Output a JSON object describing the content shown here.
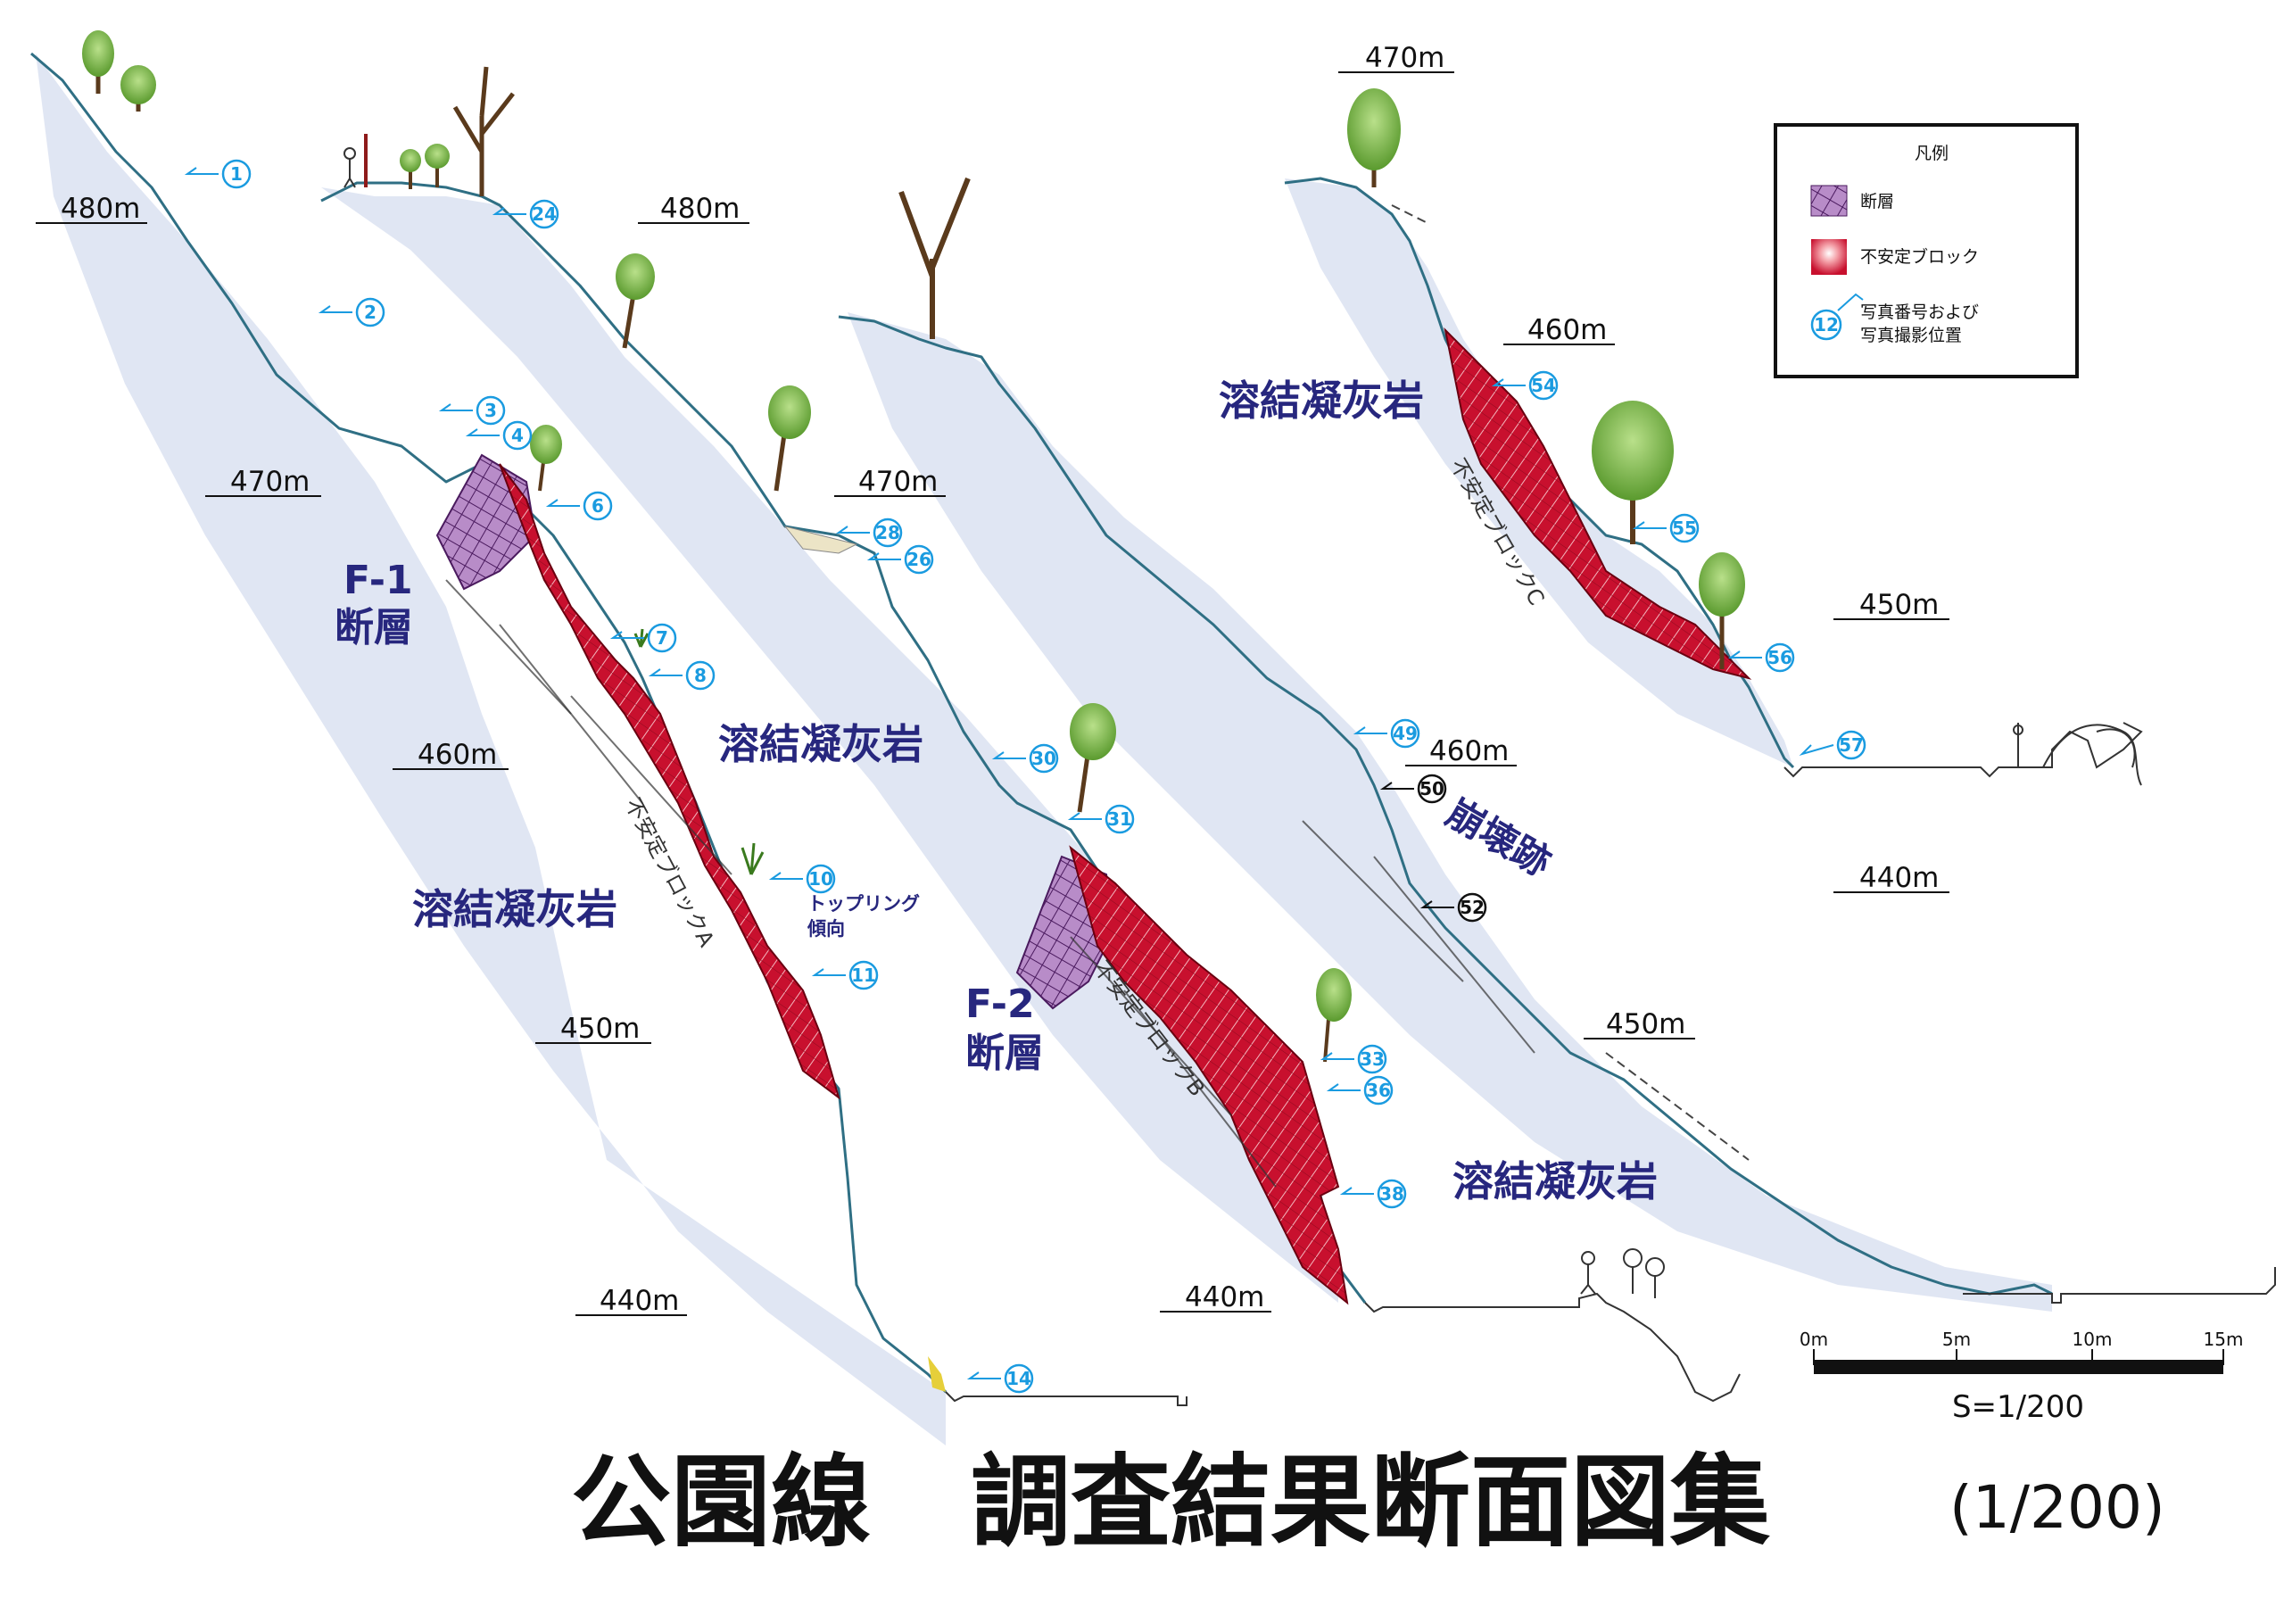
{
  "title": {
    "main": "公園線　調査結果断面図集",
    "scale_note": "(1/200)"
  },
  "legend": {
    "heading": "凡例",
    "fault_label": "断層",
    "unstable_label": "不安定ブロック",
    "photo_number": "12",
    "photo_label_line1": "写真番号および",
    "photo_label_line2": "写真撮影位置"
  },
  "scale_bar": {
    "ticks": [
      "0m",
      "5m",
      "10m",
      "15m"
    ],
    "ratio": "S=1/200"
  },
  "elevations": {
    "e1": "480m",
    "e2": "480m",
    "e3": "470m",
    "e4": "470m",
    "e5": "460m",
    "e6": "450m",
    "e7": "440m",
    "e8": "440m",
    "e9": "460m",
    "e10": "450m",
    "e11": "470m",
    "e12": "460m",
    "e13": "450m",
    "e14": "440m"
  },
  "rock_labels": {
    "r1": "溶結凝灰岩",
    "r2": "溶結凝灰岩",
    "r3": "溶結凝灰岩",
    "r4": "溶結凝灰岩"
  },
  "faults": {
    "f1_name": "F-1",
    "f1_type": "断層",
    "f2_name": "F-2",
    "f2_type": "断層"
  },
  "blocks": {
    "a": "不安定ブロックA",
    "b": "不安定ブロックB",
    "c": "不安定ブロックC"
  },
  "annotations": {
    "toppling_line1": "トップリング",
    "toppling_line2": "傾向",
    "collapse": "崩壊跡"
  },
  "photos": {
    "p1": "1",
    "p2": "2",
    "p3": "3",
    "p4": "4",
    "p6": "6",
    "p7": "7",
    "p8": "8",
    "p10": "10",
    "p11": "11",
    "p14": "14",
    "p24": "24",
    "p26": "26",
    "p28": "28",
    "p30": "30",
    "p31": "31",
    "p33": "33",
    "p36": "36",
    "p38": "38",
    "p49": "49",
    "p50": "50",
    "p52": "52",
    "p54": "54",
    "p55": "55",
    "p56": "56",
    "p57": "57"
  },
  "colors": {
    "unstable_block": "#c8102e",
    "fault": "#7b2d8e",
    "photo_marker": "#1a9be0",
    "rock_label": "#27277e"
  }
}
